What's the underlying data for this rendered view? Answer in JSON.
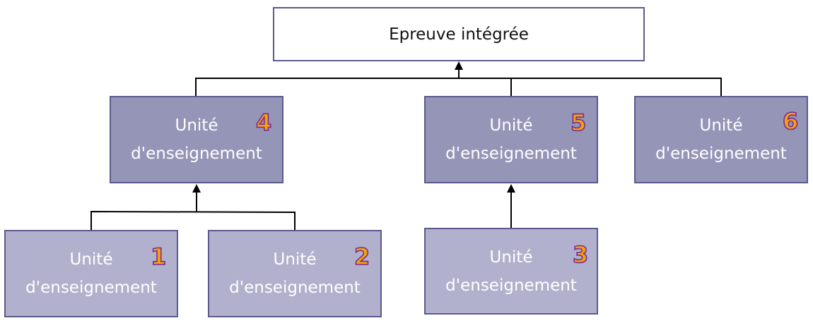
{
  "root": {
    "label": "Epreuve intégrée"
  },
  "units": [
    {
      "id": "u4",
      "line1": "Unité",
      "line2": "d'enseignement",
      "number": "4"
    },
    {
      "id": "u5",
      "line1": "Unité",
      "line2": "d'enseignement",
      "number": "5"
    },
    {
      "id": "u6",
      "line1": "Unité",
      "line2": "d'enseignement",
      "number": "6"
    },
    {
      "id": "u1",
      "line1": "Unité",
      "line2": "d'enseignement",
      "number": "1"
    },
    {
      "id": "u2",
      "line1": "Unité",
      "line2": "d'enseignement",
      "number": "2"
    },
    {
      "id": "u3",
      "line1": "Unité",
      "line2": "d'enseignement",
      "number": "3"
    }
  ],
  "colors": {
    "border": "#5c5a8c",
    "level_mid": "#9595b8",
    "level_low": "#b1b1cd",
    "badge_fill": "#f5a300",
    "badge_stroke": "#7a2a9a"
  }
}
